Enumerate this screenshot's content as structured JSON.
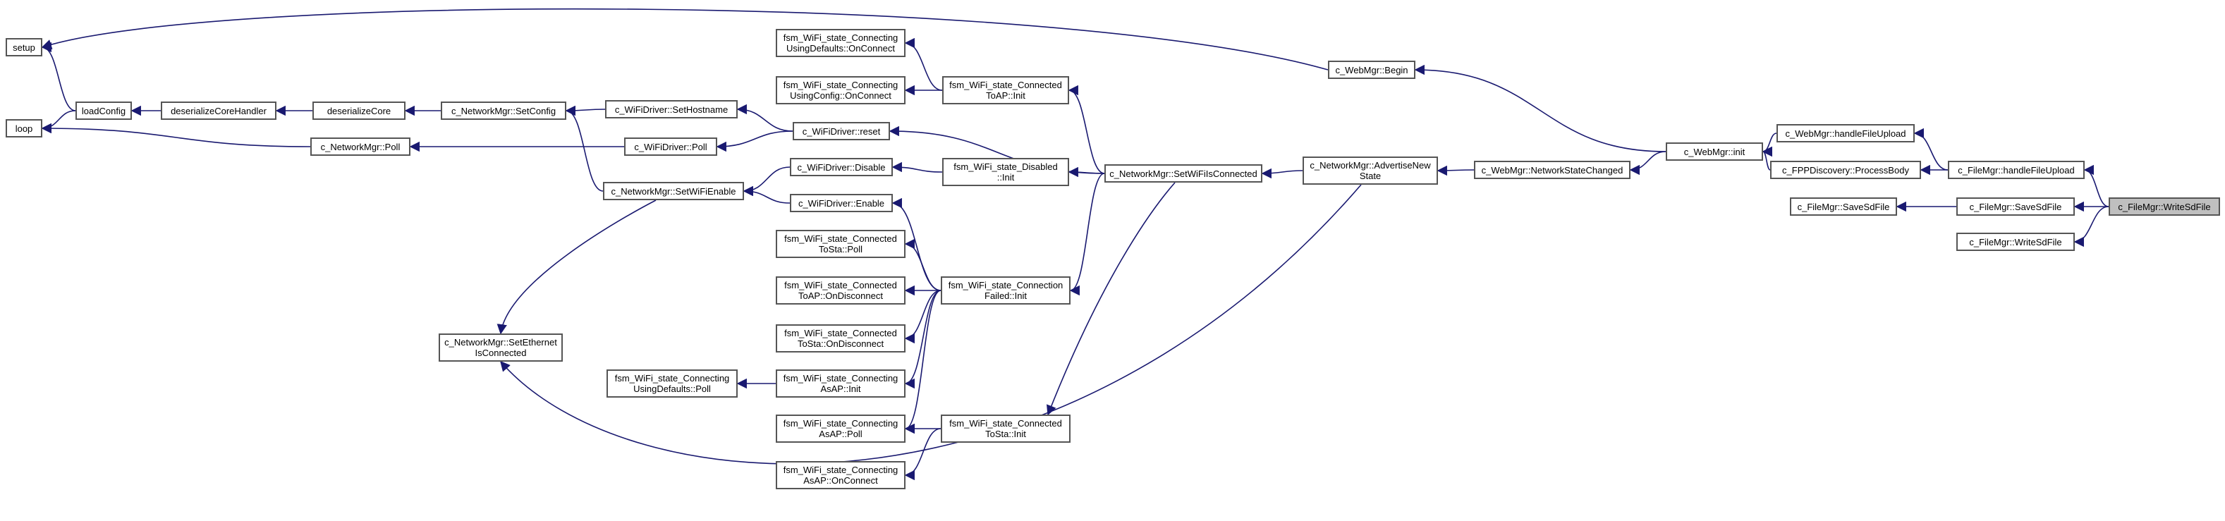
{
  "diagram": {
    "root": "c_FileMgr::WriteSdFile",
    "colors": {
      "edge": "#191970",
      "node_border": "#555555",
      "root_fill": "#bfbfbf",
      "node_fill": "#ffffff"
    },
    "nodes": [
      {
        "id": "setup",
        "lines": [
          "setup"
        ]
      },
      {
        "id": "loop",
        "lines": [
          "loop"
        ]
      },
      {
        "id": "loadConfig",
        "lines": [
          "loadConfig"
        ]
      },
      {
        "id": "deserializeCoreHandler",
        "lines": [
          "deserializeCoreHandler"
        ]
      },
      {
        "id": "deserializeCore",
        "lines": [
          "deserializeCore"
        ]
      },
      {
        "id": "nm_poll",
        "lines": [
          "c_NetworkMgr::Poll"
        ]
      },
      {
        "id": "nm_setconfig",
        "lines": [
          "c_NetworkMgr::SetConfig"
        ]
      },
      {
        "id": "nm_setwifienable",
        "lines": [
          "c_NetworkMgr::SetWiFiEnable"
        ]
      },
      {
        "id": "nm_setethernet",
        "lines": [
          "c_NetworkMgr::SetEthernet",
          "IsConnected"
        ]
      },
      {
        "id": "wd_sethostname",
        "lines": [
          "c_WiFiDriver::SetHostname"
        ]
      },
      {
        "id": "wd_poll",
        "lines": [
          "c_WiFiDriver::Poll"
        ]
      },
      {
        "id": "wd_reset",
        "lines": [
          "c_WiFiDriver::reset"
        ]
      },
      {
        "id": "wd_disable",
        "lines": [
          "c_WiFiDriver::Disable"
        ]
      },
      {
        "id": "wd_enable",
        "lines": [
          "c_WiFiDriver::Enable"
        ]
      },
      {
        "id": "cud_onconnect",
        "lines": [
          "fsm_WiFi_state_Connecting",
          "UsingDefaults::OnConnect"
        ]
      },
      {
        "id": "cuc_onconnect",
        "lines": [
          "fsm_WiFi_state_Connecting",
          "UsingConfig::OnConnect"
        ]
      },
      {
        "id": "cts_poll",
        "lines": [
          "fsm_WiFi_state_Connected",
          "ToSta::Poll"
        ]
      },
      {
        "id": "ctap_ondisconnect",
        "lines": [
          "fsm_WiFi_state_Connected",
          "ToAP::OnDisconnect"
        ]
      },
      {
        "id": "cts_ondisconnect",
        "lines": [
          "fsm_WiFi_state_Connected",
          "ToSta::OnDisconnect"
        ]
      },
      {
        "id": "cud_poll",
        "lines": [
          "fsm_WiFi_state_Connecting",
          "UsingDefaults::Poll"
        ]
      },
      {
        "id": "caap_init",
        "lines": [
          "fsm_WiFi_state_Connecting",
          "AsAP::Init"
        ]
      },
      {
        "id": "caap_poll",
        "lines": [
          "fsm_WiFi_state_Connecting",
          "AsAP::Poll"
        ]
      },
      {
        "id": "caap_onconnect",
        "lines": [
          "fsm_WiFi_state_Connecting",
          "AsAP::OnConnect"
        ]
      },
      {
        "id": "ctap_init",
        "lines": [
          "fsm_WiFi_state_Connected",
          "ToAP::Init"
        ]
      },
      {
        "id": "disabled_init",
        "lines": [
          "fsm_WiFi_state_Disabled",
          "::Init"
        ]
      },
      {
        "id": "cf_init",
        "lines": [
          "fsm_WiFi_state_Connection",
          "Failed::Init"
        ]
      },
      {
        "id": "cts_init",
        "lines": [
          "fsm_WiFi_state_Connected",
          "ToSta::Init"
        ]
      },
      {
        "id": "nm_setwifiisconnected",
        "lines": [
          "c_NetworkMgr::SetWiFiIsConnected"
        ]
      },
      {
        "id": "nm_advertise",
        "lines": [
          "c_NetworkMgr::AdvertiseNew",
          "State"
        ]
      },
      {
        "id": "wm_begin",
        "lines": [
          "c_WebMgr::Begin"
        ]
      },
      {
        "id": "wm_networkstatechanged",
        "lines": [
          "c_WebMgr::NetworkStateChanged"
        ]
      },
      {
        "id": "wm_init",
        "lines": [
          "c_WebMgr::init"
        ]
      },
      {
        "id": "wm_handlefileupload",
        "lines": [
          "c_WebMgr::handleFileUpload"
        ]
      },
      {
        "id": "fpp_processbody",
        "lines": [
          "c_FPPDiscovery::ProcessBody"
        ]
      },
      {
        "id": "fm_savesdfile_caller",
        "lines": [
          "c_FileMgr::SaveSdFile"
        ]
      },
      {
        "id": "fm_handlefileupload",
        "lines": [
          "c_FileMgr::handleFileUpload"
        ]
      },
      {
        "id": "fm_savesdfile",
        "lines": [
          "c_FileMgr::SaveSdFile"
        ]
      },
      {
        "id": "fm_writesdfile_caller",
        "lines": [
          "c_FileMgr::WriteSdFile"
        ]
      },
      {
        "id": "fm_writesdfile",
        "lines": [
          "c_FileMgr::WriteSdFile"
        ]
      }
    ],
    "edges": [
      [
        "setup",
        "loadConfig"
      ],
      [
        "loop",
        "loadConfig"
      ],
      [
        "setup",
        "wm_begin"
      ],
      [
        "loop",
        "nm_poll"
      ],
      [
        "loadConfig",
        "deserializeCoreHandler"
      ],
      [
        "deserializeCoreHandler",
        "deserializeCore"
      ],
      [
        "deserializeCore",
        "nm_setconfig"
      ],
      [
        "nm_setconfig",
        "wd_sethostname"
      ],
      [
        "nm_setconfig",
        "nm_setwifienable"
      ],
      [
        "nm_poll",
        "wd_poll"
      ],
      [
        "wd_sethostname",
        "wd_reset"
      ],
      [
        "wd_poll",
        "wd_reset"
      ],
      [
        "nm_setwifienable",
        "wd_disable"
      ],
      [
        "nm_setwifienable",
        "wd_enable"
      ],
      [
        "nm_setethernet",
        "nm_setwifienable"
      ],
      [
        "nm_setethernet",
        "nm_advertise"
      ],
      [
        "wd_reset",
        "nm_setwifiisconnected"
      ],
      [
        "wd_disable",
        "disabled_init"
      ],
      [
        "wd_enable",
        "cf_init"
      ],
      [
        "cud_onconnect",
        "ctap_init"
      ],
      [
        "cuc_onconnect",
        "ctap_init"
      ],
      [
        "cts_poll",
        "cf_init"
      ],
      [
        "ctap_ondisconnect",
        "cf_init"
      ],
      [
        "cts_ondisconnect",
        "cf_init"
      ],
      [
        "caap_init",
        "cf_init"
      ],
      [
        "caap_poll",
        "cf_init"
      ],
      [
        "cud_poll",
        "caap_init"
      ],
      [
        "caap_poll",
        "cts_init"
      ],
      [
        "caap_onconnect",
        "cts_init"
      ],
      [
        "ctap_init",
        "nm_setwifiisconnected"
      ],
      [
        "disabled_init",
        "nm_setwifiisconnected"
      ],
      [
        "cf_init",
        "nm_setwifiisconnected"
      ],
      [
        "cts_init",
        "nm_setwifiisconnected"
      ],
      [
        "nm_setwifiisconnected",
        "nm_advertise"
      ],
      [
        "nm_advertise",
        "wm_networkstatechanged"
      ],
      [
        "wm_networkstatechanged",
        "wm_init"
      ],
      [
        "wm_begin",
        "wm_init"
      ],
      [
        "wm_init",
        "wm_handlefileupload"
      ],
      [
        "wm_init",
        "fpp_processbody"
      ],
      [
        "wm_handlefileupload",
        "fm_handlefileupload"
      ],
      [
        "fpp_processbody",
        "fm_handlefileupload"
      ],
      [
        "fm_savesdfile_caller",
        "fm_savesdfile"
      ],
      [
        "fm_handlefileupload",
        "fm_writesdfile"
      ],
      [
        "fm_savesdfile",
        "fm_writesdfile"
      ],
      [
        "fm_writesdfile_caller",
        "fm_writesdfile"
      ]
    ]
  }
}
